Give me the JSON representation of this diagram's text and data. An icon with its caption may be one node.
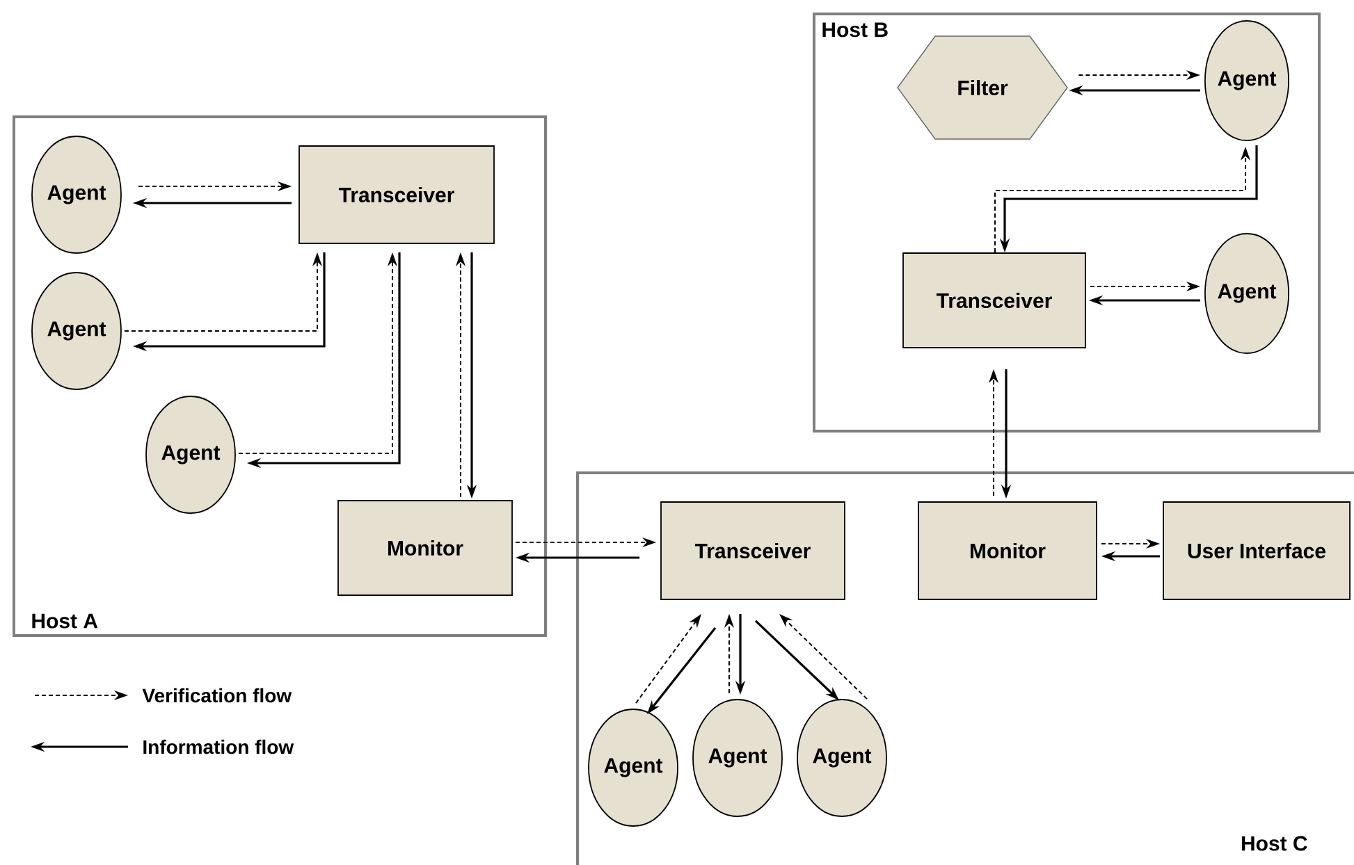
{
  "diagram": {
    "nodes": [
      {
        "text": [
          "Host A"
        ]
      },
      {
        "text": [
          "Agent"
        ],
        "in": 0
      },
      {
        "text": [
          "Transceiver"
        ],
        "in": 0
      },
      {
        "text": [
          "Agent"
        ],
        "in": 0
      },
      {
        "text": [
          "Agent"
        ],
        "in": 0
      },
      {
        "text": [
          "Monitor"
        ],
        "in": 0
      },
      {
        "text": [
          "Host B"
        ]
      },
      {
        "text": [
          "Filter"
        ],
        "in": 6
      },
      {
        "text": [
          "Agent"
        ],
        "in": 6
      },
      {
        "text": [
          "Transceiver"
        ],
        "in": 6
      },
      {
        "text": [
          "Agent"
        ],
        "in": 6
      },
      {
        "text": [
          "Host C"
        ]
      },
      {
        "text": [
          "Transceiver"
        ],
        "in": 11
      },
      {
        "text": [
          "Monitor"
        ],
        "in": 11
      },
      {
        "text": [
          "User Interface"
        ],
        "in": 11
      },
      {
        "text": [
          "Agent"
        ],
        "in": 11
      },
      {
        "text": [
          "Agent"
        ],
        "in": 11
      },
      {
        "text": [
          "Agent"
        ],
        "in": 11
      }
    ],
    "edges": [
      {
        "from": 1,
        "to": 2,
        "arrow": "to",
        "style": "dashed"
      },
      {
        "from": 2,
        "to": 1,
        "arrow": "to"
      },
      {
        "from": 3,
        "to": 2,
        "arrow": "to",
        "style": "dashed"
      },
      {
        "from": 2,
        "to": 3,
        "arrow": "to"
      },
      {
        "from": 4,
        "to": 2,
        "arrow": "to",
        "style": "dashed"
      },
      {
        "from": 2,
        "to": 4,
        "arrow": "to"
      },
      {
        "from": 5,
        "to": 2,
        "arrow": "to",
        "style": "dashed"
      },
      {
        "from": 2,
        "to": 5,
        "arrow": "to"
      },
      {
        "from": 5,
        "to": 12,
        "arrow": "to",
        "style": "dashed"
      },
      {
        "from": 12,
        "to": 5,
        "arrow": "to"
      },
      {
        "from": 7,
        "to": 8,
        "arrow": "to",
        "style": "dashed"
      },
      {
        "from": 8,
        "to": 7,
        "arrow": "to"
      },
      {
        "from": 9,
        "to": 8,
        "arrow": "to",
        "style": "dashed"
      },
      {
        "from": 8,
        "to": 9,
        "arrow": "to"
      },
      {
        "from": 9,
        "to": 10,
        "arrow": "to",
        "style": "dashed"
      },
      {
        "from": 10,
        "to": 9,
        "arrow": "to"
      },
      {
        "from": 13,
        "to": 9,
        "arrow": "to",
        "style": "dashed"
      },
      {
        "from": 9,
        "to": 13,
        "arrow": "to"
      },
      {
        "from": 13,
        "to": 14,
        "arrow": "to",
        "style": "dashed"
      },
      {
        "from": 14,
        "to": 13,
        "arrow": "to"
      },
      {
        "from": 15,
        "to": 12,
        "arrow": "to",
        "style": "dashed"
      },
      {
        "from": 12,
        "to": 15,
        "arrow": "to"
      },
      {
        "from": 16,
        "to": 12,
        "arrow": "to",
        "style": "dashed"
      },
      {
        "from": 12,
        "to": 16,
        "arrow": "to"
      },
      {
        "from": 17,
        "to": 12,
        "arrow": "to",
        "style": "dashed"
      },
      {
        "from": 12,
        "to": 17,
        "arrow": "to"
      }
    ],
    "legend": [
      {
        "text": "Verification flow"
      },
      {
        "text": "Information flow"
      }
    ]
  }
}
